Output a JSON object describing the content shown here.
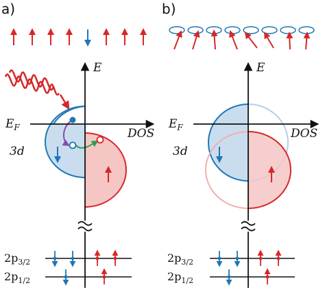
{
  "panels": [
    {
      "label": "a)",
      "axis_energy": "E",
      "axis_dos": "DOS",
      "fermi_label": "E",
      "fermi_sub": "F",
      "band_label": "3d",
      "core_levels": [
        {
          "label": "2p",
          "sub": "3/2"
        },
        {
          "label": "2p",
          "sub": "1/2"
        }
      ]
    },
    {
      "label": "b)",
      "axis_energy": "E",
      "axis_dos": "DOS",
      "fermi_label": "E",
      "fermi_sub": "F",
      "band_label": "3d",
      "core_levels": [
        {
          "label": "2p",
          "sub": "3/2"
        },
        {
          "label": "2p",
          "sub": "1/2"
        }
      ]
    }
  ],
  "colors": {
    "majority": "#d62728",
    "minority": "#1f77b4",
    "majority_fill": "#f5c6c4",
    "minority_fill": "#c9ddef",
    "transition_purple": "#8a4aa8",
    "transition_green": "#2e9e4f",
    "axis": "#111111"
  }
}
